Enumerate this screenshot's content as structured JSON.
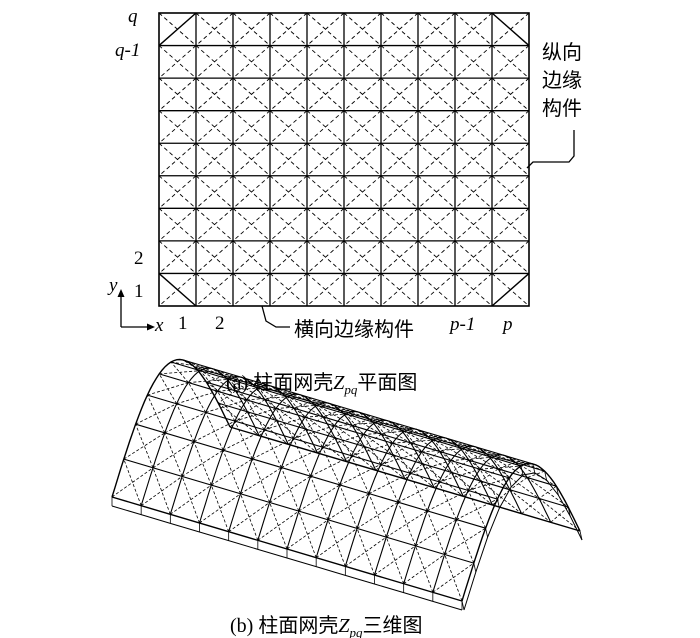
{
  "plan": {
    "labels": {
      "q": "q",
      "q_minus_1": "q-1",
      "row_2": "2",
      "row_1": "1",
      "axis_y": "y",
      "axis_x": "x",
      "col_1": "1",
      "col_2": "2",
      "p_minus_1": "p-1",
      "p": "p"
    },
    "longitudinal_edge_member": [
      "纵向",
      "边缘",
      "构件"
    ],
    "transverse_edge_member": "横向边缘构件",
    "caption": {
      "prefix": "(a) 柱面网壳",
      "symbol": "Z",
      "subscript": "pq",
      "suffix": "平面图"
    }
  },
  "view3d": {
    "caption": {
      "prefix": "(b) 柱面网壳",
      "symbol": "Z",
      "subscript": "pq",
      "suffix": "三维图"
    }
  }
}
